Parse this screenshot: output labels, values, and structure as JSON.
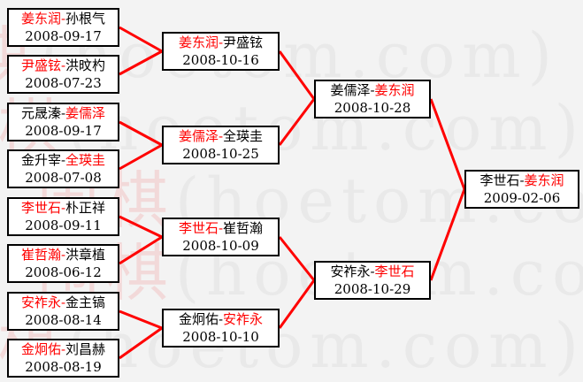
{
  "ui": {
    "dash": "-"
  },
  "watermark": {
    "cjk": "围棋",
    "latin": "(hoetom.com)"
  },
  "colors": {
    "line": "#ff0000",
    "winner_text": "#ff0000",
    "loser_text": "#000000",
    "box_bg": "#ffffff",
    "box_border": "#000000",
    "background": "#f3f3f3",
    "watermark_cjk": "#f2d9d9",
    "watermark_latin": "#e9e9e9"
  },
  "rounds": [
    {
      "name": "round-1",
      "matches": [
        {
          "p1": "姜东润",
          "p2": "孙根气",
          "winner": "p1",
          "date": "2008-09-17"
        },
        {
          "p1": "尹盛铉",
          "p2": "洪旼杓",
          "winner": "p1",
          "date": "2008-07-23"
        },
        {
          "p1": "元晟溱",
          "p2": "姜儒泽",
          "winner": "p2",
          "date": "2008-09-17"
        },
        {
          "p1": "金升宰",
          "p2": "全瑛圭",
          "winner": "p2",
          "date": "2008-07-08"
        },
        {
          "p1": "李世石",
          "p2": "朴正祥",
          "winner": "p1",
          "date": "2008-09-11"
        },
        {
          "p1": "崔哲瀚",
          "p2": "洪章植",
          "winner": "p1",
          "date": "2008-06-12"
        },
        {
          "p1": "安祚永",
          "p2": "金主镐",
          "winner": "p1",
          "date": "2008-08-14"
        },
        {
          "p1": "金炯佑",
          "p2": "刘昌赫",
          "winner": "p1",
          "date": "2008-08-19"
        }
      ]
    },
    {
      "name": "round-2",
      "matches": [
        {
          "p1": "姜东润",
          "p2": "尹盛铉",
          "winner": "p1",
          "date": "2008-10-16"
        },
        {
          "p1": "姜儒泽",
          "p2": "全瑛圭",
          "winner": "p1",
          "date": "2008-10-25"
        },
        {
          "p1": "李世石",
          "p2": "崔哲瀚",
          "winner": "p1",
          "date": "2008-10-09"
        },
        {
          "p1": "金炯佑",
          "p2": "安祚永",
          "winner": "p2",
          "date": "2008-10-10"
        }
      ]
    },
    {
      "name": "semifinals",
      "matches": [
        {
          "p1": "姜儒泽",
          "p2": "姜东润",
          "winner": "p2",
          "date": "2008-10-28"
        },
        {
          "p1": "安祚永",
          "p2": "李世石",
          "winner": "p2",
          "date": "2008-10-29"
        }
      ]
    },
    {
      "name": "final",
      "matches": [
        {
          "p1": "李世石",
          "p2": "姜东润",
          "winner": "p2",
          "date": "2009-02-06"
        }
      ]
    }
  ]
}
